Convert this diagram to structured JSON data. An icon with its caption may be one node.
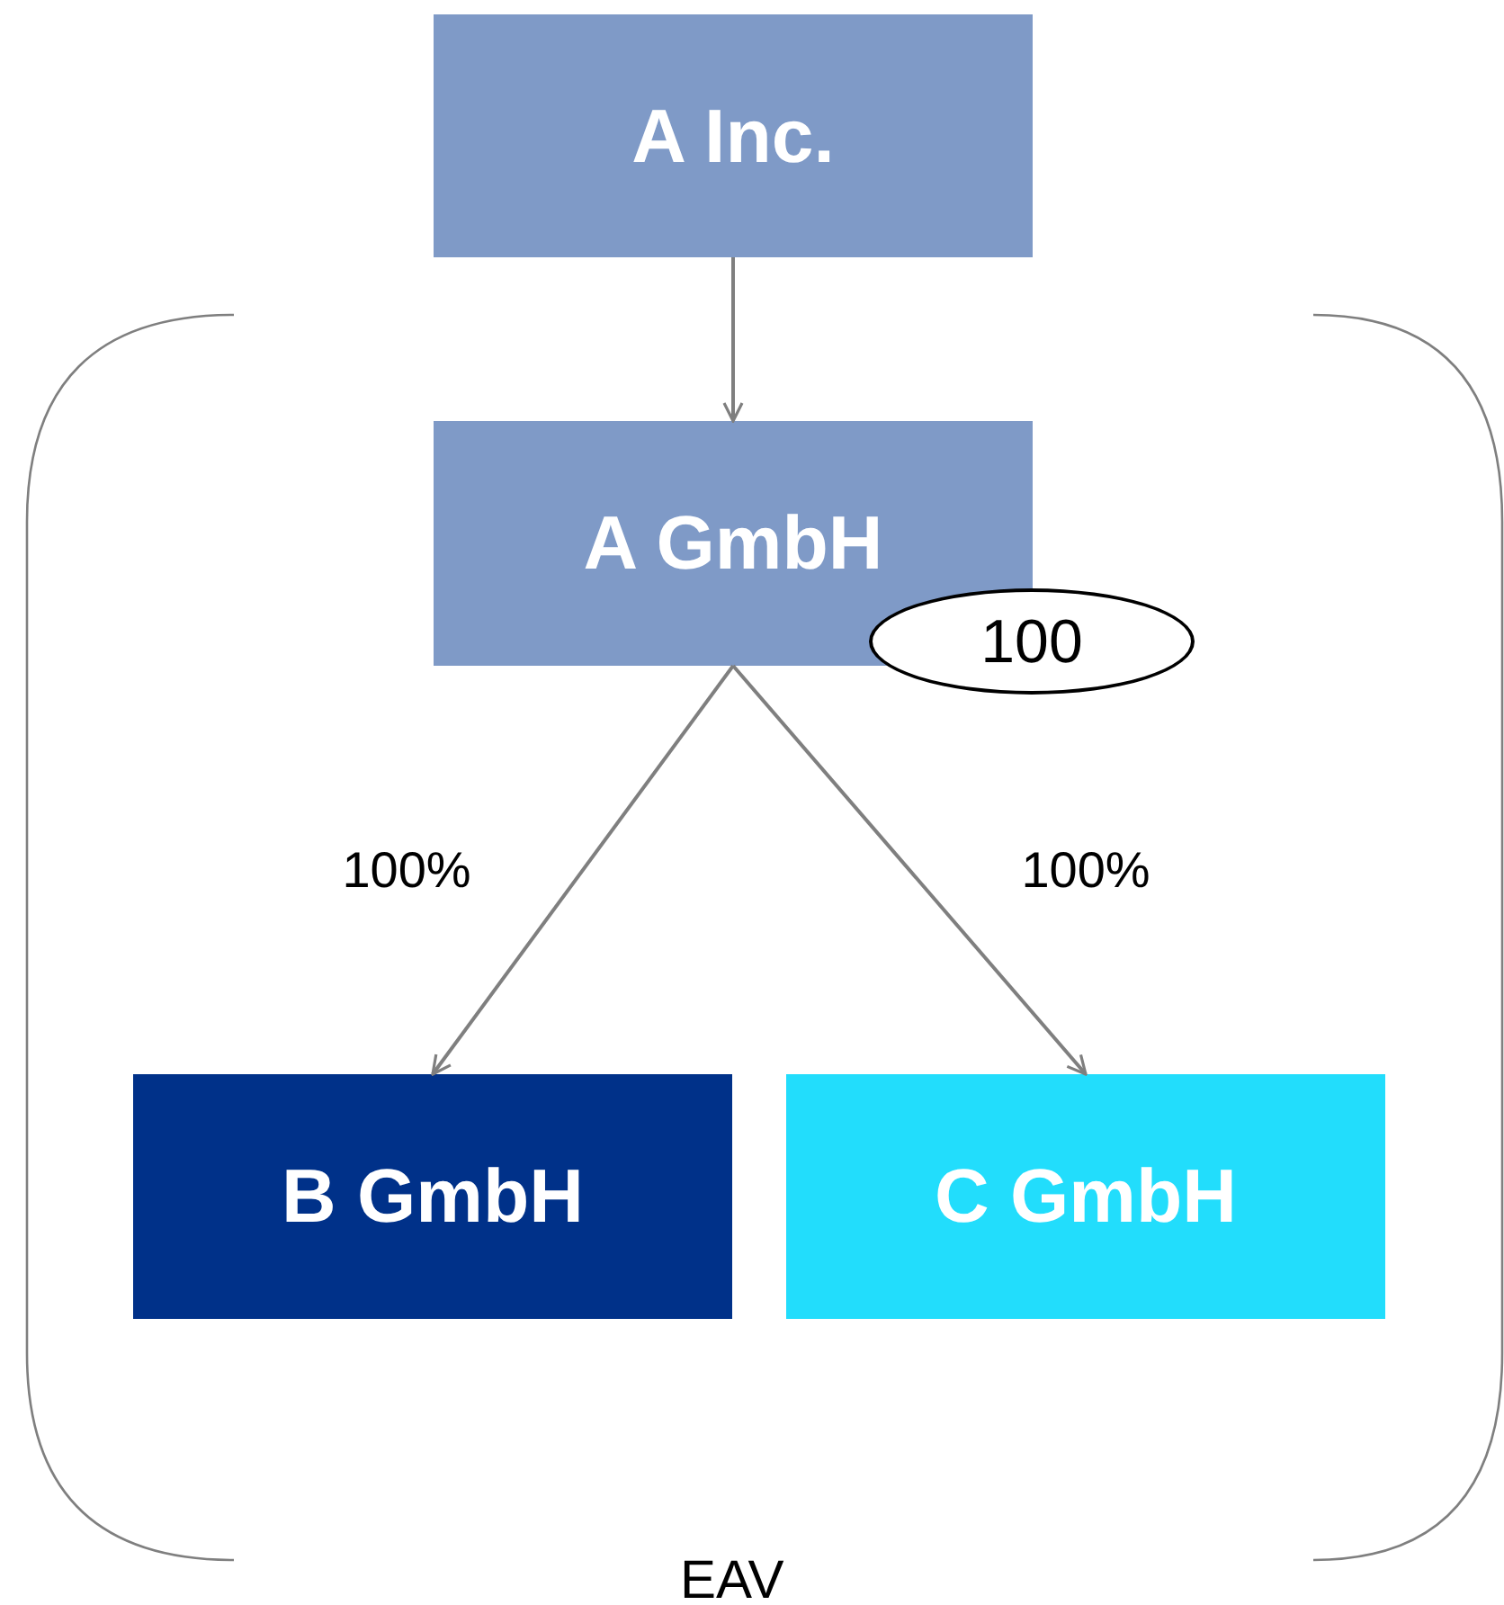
{
  "diagram": {
    "nodes": [
      {
        "text": [
          "A Inc."
        ]
      },
      {
        "text": [
          "EAV"
        ]
      },
      {
        "text": [
          "A GmbH"
        ],
        "in": 1
      },
      {
        "text": [
          "100"
        ],
        "in": 1
      },
      {
        "text": [
          "B GmbH"
        ],
        "in": 1
      },
      {
        "text": [
          "C GmbH"
        ],
        "in": 1
      }
    ],
    "edges": [
      {
        "from": 0,
        "to": 2,
        "arrow": "to"
      },
      {
        "from": 2,
        "to": 4,
        "arrow": "to",
        "label": "100%"
      },
      {
        "from": 2,
        "to": 5,
        "arrow": "to",
        "label": "100%"
      }
    ]
  }
}
